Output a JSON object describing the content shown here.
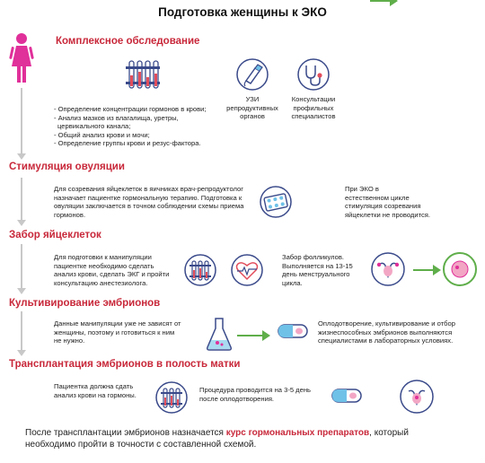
{
  "title": "Подготовка женщины к ЭКО",
  "sections": [
    {
      "title": "Комплексное обследование"
    },
    {
      "title": "Стимуляция овуляции"
    },
    {
      "title": "Забор яйцеклеток"
    },
    {
      "title": "Культивирование эмбрионов"
    },
    {
      "title": "Трансплантация эмбрионов в полость матки"
    }
  ],
  "exam": {
    "bullets": [
      "- Определение концентрации гормонов в крови;",
      "- Анализ мазков из влагалища, уретры,",
      "  цервикального канала;",
      "- Общий анализ крови и мочи;",
      "- Определение группы крови и резус-фактора."
    ],
    "uzi_l1": "УЗИ",
    "uzi_l2": "репродуктивных",
    "uzi_l3": "органов",
    "cons_l1": "Консультации",
    "cons_l2": "профильных",
    "cons_l3": "специалистов"
  },
  "stim": {
    "l1": "Для созревания яйцеклеток в яичниках врач-репродуктолог",
    "l2": "назначает пациентке гормональную терапию. Подготовка к",
    "l3": "овуляции заключается в точном соблюдении схемы приема",
    "l4": "гормонов.",
    "r1": "При ЭКО в",
    "r2": "естественном цикле",
    "r3": "стимуляция созревания",
    "r4": "яйцеклетки не проводится."
  },
  "collect": {
    "l1": "Для подготовки к манипуляции",
    "l2": "пациентке необходимо сделать",
    "l3": "анализ крови, сделать ЭКГ и пройти",
    "l4": "консультацию анестезиолога.",
    "r1": "Забор фолликулов.",
    "r2": "Выполняется на 13-15",
    "r3": "день менструального",
    "r4": "цикла."
  },
  "culture": {
    "l1": "Данные манипуляции уже не зависят от",
    "l2": "женщины, поэтому и готовиться к ним",
    "l3": "не нужно.",
    "r1": "Оплодотворение, культивирование и отбор",
    "r2": "жизнеспособных эмбрионов выполняются",
    "r3": "специалистами в лабораторных условиях."
  },
  "transplant": {
    "l1": "Пациентка должна сдать",
    "l2": "анализ крови на гормоны.",
    "r1": "Процедура проводится на 3-5 день",
    "r2": "после оплодотворения."
  },
  "footer": {
    "p1": "После трансплантации эмбрионов  назначается ",
    "hl": "курс гормональных препаратов",
    "p2": ", который",
    "p3": "необходимо пройти в точности с составленной схемой."
  },
  "colors": {
    "accent": "#c8283a",
    "arrow": "#5fae4a",
    "woman": "#e0309a",
    "blue": "#3a4a8a"
  },
  "icons": [
    "woman-icon",
    "test-tubes-icon",
    "ultrasound-icon",
    "stethoscope-icon",
    "pills-icon",
    "heart-ecg-icon",
    "uterus-icon",
    "oocyte-icon",
    "flask-icon",
    "capsule-icon"
  ]
}
